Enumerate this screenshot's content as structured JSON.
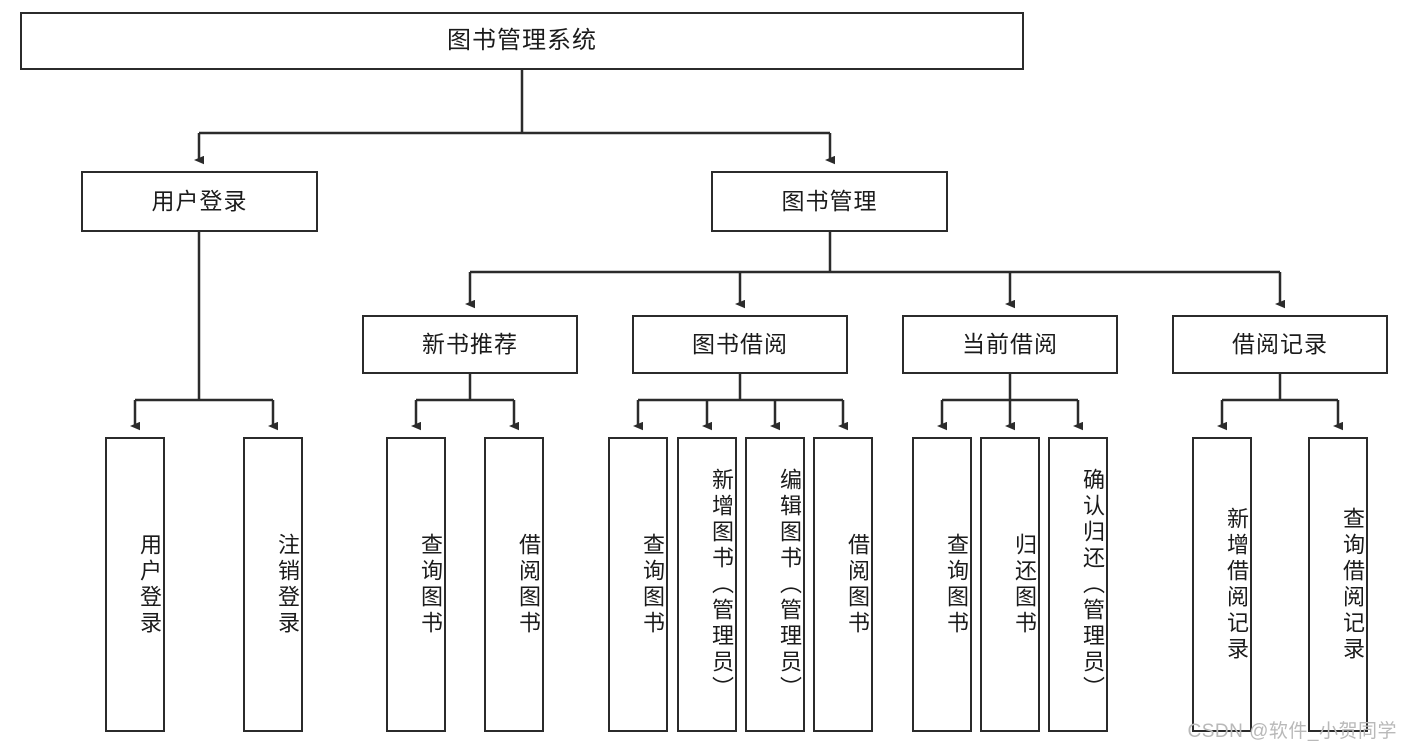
{
  "diagram": {
    "type": "tree",
    "title": "图书管理系统",
    "orientation": "top-down",
    "colors": {
      "box_border": "#2b2b2b",
      "box_fill": "#ffffff",
      "edge": "#2b2b2b",
      "text": "#1b1b1b",
      "watermark": "#b9b9b9",
      "background": "#ffffff"
    },
    "root": {
      "label": "图书管理系统"
    },
    "level2": [
      {
        "label": "用户登录"
      },
      {
        "label": "图书管理"
      }
    ],
    "level3": [
      {
        "label": "新书推荐"
      },
      {
        "label": "图书借阅"
      },
      {
        "label": "当前借阅"
      },
      {
        "label": "借阅记录"
      }
    ],
    "leaves": {
      "user_login": [
        {
          "label": "用户登录"
        },
        {
          "label": "注销登录"
        }
      ],
      "new_book_recommend": [
        {
          "label": "查询图书"
        },
        {
          "label": "借阅图书"
        }
      ],
      "book_borrow": [
        {
          "label": "查询图书"
        },
        {
          "label": "新增图书（管理员）"
        },
        {
          "label": "编辑图书（管理员）"
        },
        {
          "label": "借阅图书"
        }
      ],
      "current_borrow": [
        {
          "label": "查询图书"
        },
        {
          "label": "归还图书"
        },
        {
          "label": "确认归还（管理员）"
        }
      ],
      "borrow_record": [
        {
          "label": "新增借阅记录"
        },
        {
          "label": "查询借阅记录"
        }
      ]
    }
  },
  "watermark": {
    "text": "CSDN @软件_小贺同学"
  }
}
